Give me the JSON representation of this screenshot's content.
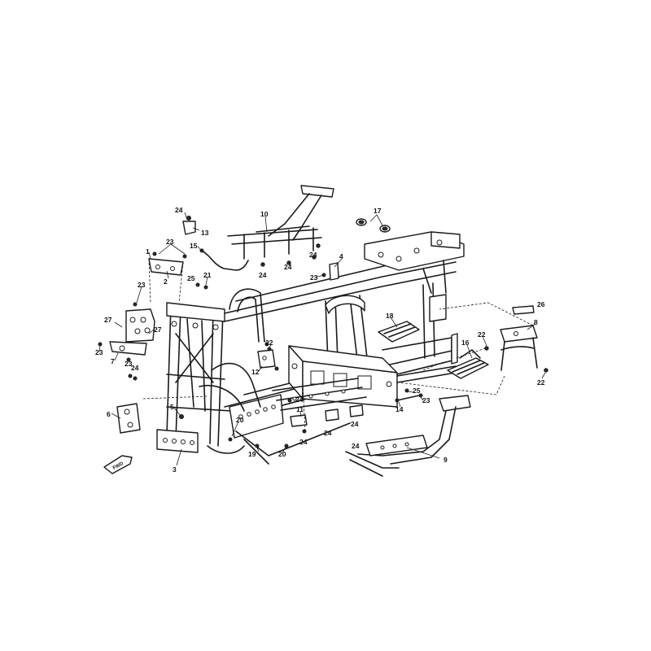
{
  "callouts": {
    "c1": "1",
    "c2": "2",
    "c3": "3",
    "c4": "4",
    "c5": "5",
    "c6": "6",
    "c7": "7",
    "c8": "8",
    "c9": "9",
    "c10": "10",
    "c11": "11",
    "c12": "12",
    "c13": "13",
    "c14": "14",
    "c15": "15",
    "c16": "16",
    "c17": "17",
    "c18": "18",
    "c19": "19",
    "c20": "20",
    "c21": "21",
    "c22": "22",
    "c23": "23",
    "c24": "24",
    "c25": "25",
    "c26": "26",
    "c27": "27"
  },
  "direction_arrow": {
    "label": "FWD"
  }
}
